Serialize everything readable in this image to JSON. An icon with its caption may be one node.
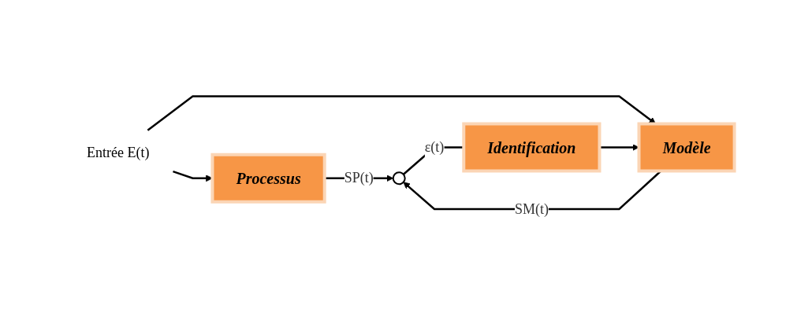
{
  "diagram": {
    "nodes": [
      {
        "text": [
          "Entrée E(t)"
        ]
      },
      {
        "text": [
          "Processus"
        ]
      },
      {
        "text": [
          "Modèle"
        ]
      },
      {
        "text": [],
        "shape": "circle"
      },
      {
        "text": [
          "Identification"
        ]
      }
    ],
    "edges": [
      {
        "from": 0,
        "to": 1,
        "arrow": "to"
      },
      {
        "from": 0,
        "to": 2,
        "arrow": "to"
      },
      {
        "from": 1,
        "to": 3,
        "label": "SP(t)",
        "arrow": "to"
      },
      {
        "from": 2,
        "to": 3,
        "label": "SM(t)",
        "arrow": "to"
      },
      {
        "from": 3,
        "to": 4,
        "label": "ε(t)",
        "arrow": "none"
      },
      {
        "from": 4,
        "to": 2,
        "arrow": "to"
      }
    ]
  }
}
